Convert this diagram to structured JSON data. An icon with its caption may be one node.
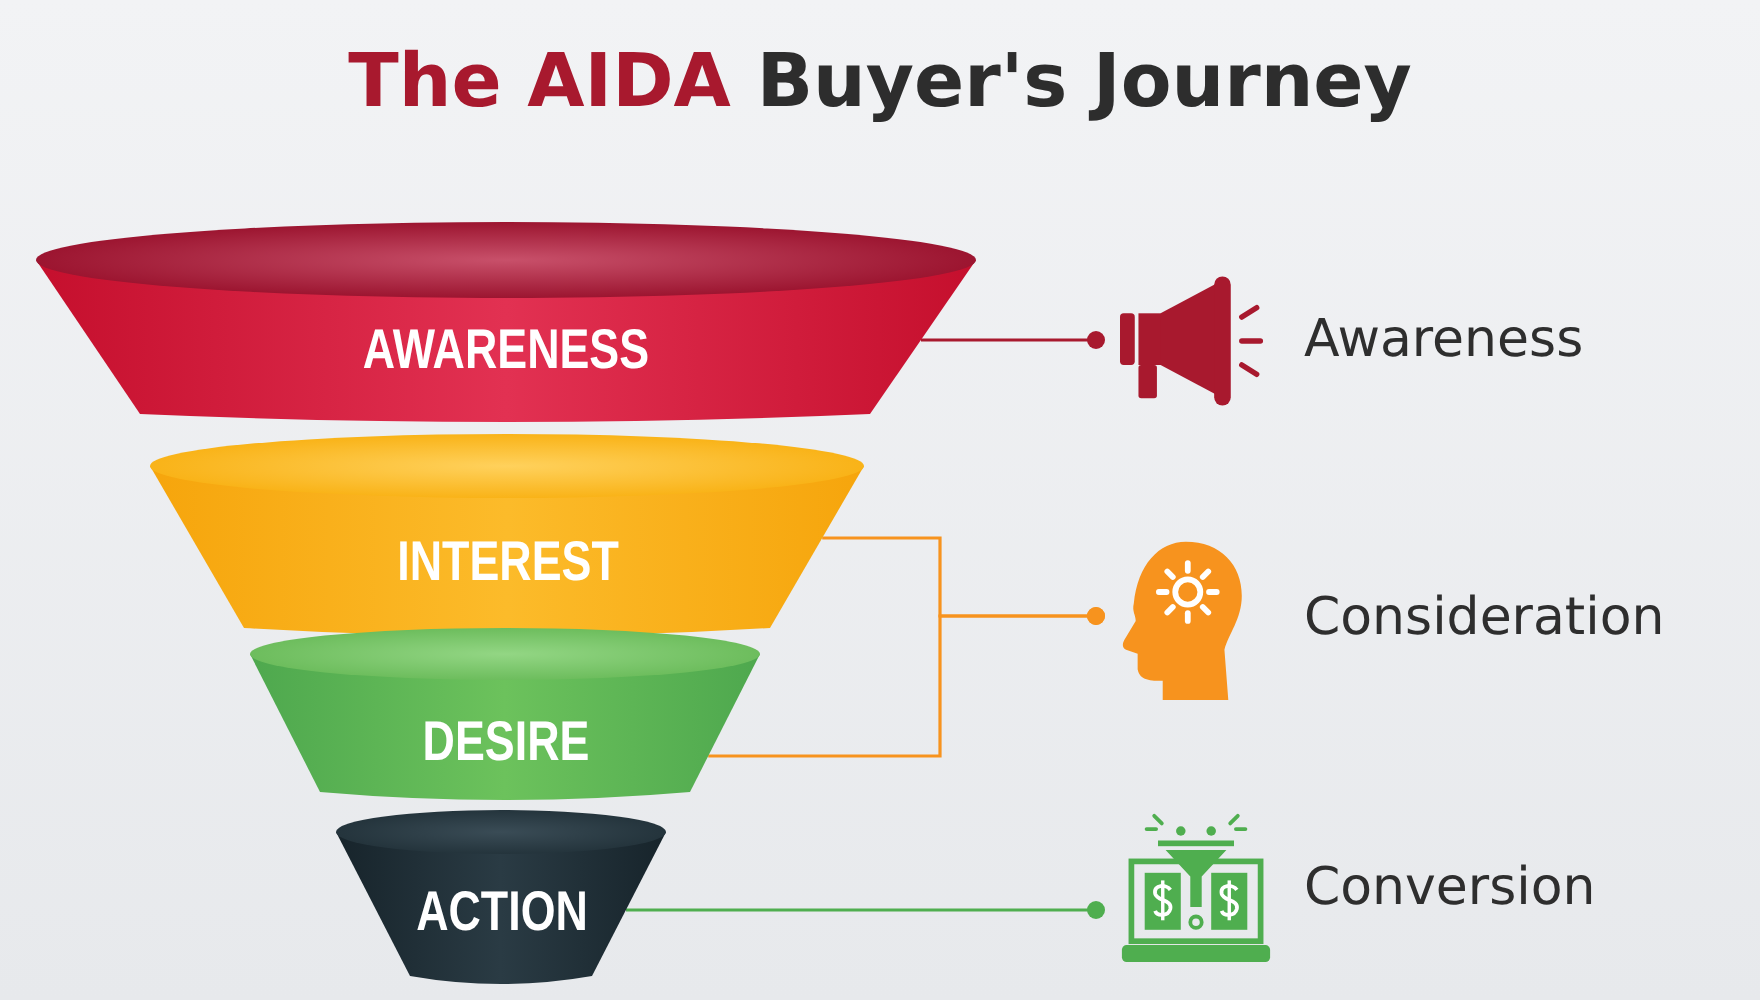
{
  "diagram": {
    "title": "The AIDA Buyer's Journey",
    "nodes": [
      {
        "text": [
          "AWARENESS"
        ]
      },
      {
        "text": [
          "INTEREST"
        ]
      },
      {
        "text": [
          "DESIRE"
        ]
      },
      {
        "text": [
          "ACTION"
        ]
      },
      {
        "text": [
          "Awareness"
        ]
      },
      {
        "text": [
          "Consideration"
        ]
      },
      {
        "text": [
          "Conversion"
        ]
      }
    ],
    "edges": [
      {
        "from": 0,
        "to": 4,
        "arrow": "other",
        "color": "#a8192e"
      },
      {
        "from": 1,
        "to": 5,
        "arrow": "other",
        "color": "#f7931e"
      },
      {
        "from": 2,
        "to": 5,
        "arrow": "other",
        "color": "#f7931e"
      },
      {
        "from": 3,
        "to": 6,
        "arrow": "other",
        "color": "#4fae4f"
      }
    ]
  }
}
